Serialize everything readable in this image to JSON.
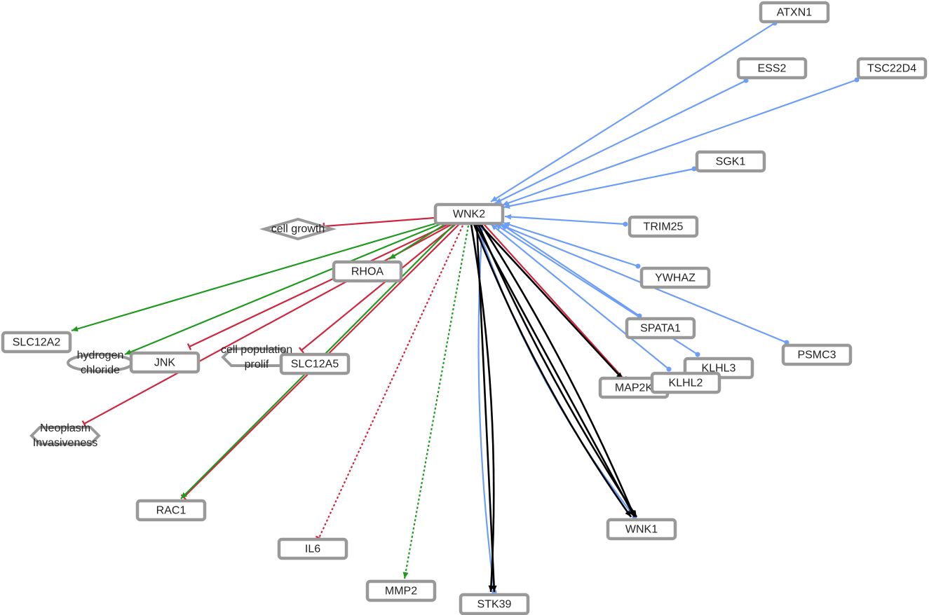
{
  "colors": {
    "binding": "#6d9ef7",
    "inhibition": "#d0253f",
    "activation": "#1f9a1f",
    "expression": "#000000",
    "node_border": "#999999"
  },
  "genes": [
    {
      "id": "WNK2",
      "label": "WNK2"
    },
    {
      "id": "ATXN1",
      "label": "ATXN1"
    },
    {
      "id": "ESS2",
      "label": "ESS2"
    },
    {
      "id": "TSC22D4",
      "label": "TSC22D4"
    },
    {
      "id": "SGK1",
      "label": "SGK1"
    },
    {
      "id": "TRIM25",
      "label": "TRIM25"
    },
    {
      "id": "YWHAZ",
      "label": "YWHAZ"
    },
    {
      "id": "SPATA1",
      "label": "SPATA1"
    },
    {
      "id": "PSMC3",
      "label": "PSMC3"
    },
    {
      "id": "KLHL3",
      "label": "KLHL3"
    },
    {
      "id": "MAP2K",
      "label": "MAP2K"
    },
    {
      "id": "KLHL2",
      "label": "KLHL2"
    },
    {
      "id": "RHOA",
      "label": "RHOA"
    },
    {
      "id": "SLC12A2",
      "label": "SLC12A2"
    },
    {
      "id": "JNK",
      "label": "JNK"
    },
    {
      "id": "SLC12A5",
      "label": "SLC12A5"
    },
    {
      "id": "WNK1",
      "label": "WNK1"
    },
    {
      "id": "RAC1",
      "label": "RAC1"
    },
    {
      "id": "IL6",
      "label": "IL6"
    },
    {
      "id": "MMP2",
      "label": "MMP2"
    },
    {
      "id": "STK39",
      "label": "STK39"
    }
  ],
  "others": [
    {
      "id": "cell_growth",
      "lines": [
        "cell growth"
      ],
      "shape": "diamond"
    },
    {
      "id": "hydrogen_chloride",
      "lines": [
        "hydrogen",
        "chloride"
      ],
      "shape": "ellipse"
    },
    {
      "id": "neoplasm",
      "lines": [
        "Neoplasm",
        "Invasiveness"
      ],
      "shape": "hexagon"
    },
    {
      "id": "cell_prolif",
      "lines": [
        "cell population",
        "prolif"
      ],
      "shape": "hexagon"
    }
  ],
  "edges": [
    {
      "from": "ATXN1",
      "to": "WNK2",
      "type": "binding"
    },
    {
      "from": "ESS2",
      "to": "WNK2",
      "type": "binding"
    },
    {
      "from": "TSC22D4",
      "to": "WNK2",
      "type": "binding"
    },
    {
      "from": "SGK1",
      "to": "WNK2",
      "type": "binding"
    },
    {
      "from": "TRIM25",
      "to": "WNK2",
      "type": "binding"
    },
    {
      "from": "YWHAZ",
      "to": "WNK2",
      "type": "binding"
    },
    {
      "from": "SPATA1",
      "to": "WNK2",
      "type": "binding"
    },
    {
      "from": "PSMC3",
      "to": "WNK2",
      "type": "binding"
    },
    {
      "from": "KLHL3",
      "to": "WNK2",
      "type": "binding"
    },
    {
      "from": "KLHL2",
      "to": "WNK2",
      "type": "binding"
    },
    {
      "from": "WNK1",
      "to": "WNK2",
      "type": "binding"
    },
    {
      "from": "STK39",
      "to": "WNK2",
      "type": "binding"
    },
    {
      "from": "WNK2",
      "to": "cell_growth",
      "type": "inhibition"
    },
    {
      "from": "WNK2",
      "to": "JNK",
      "type": "inhibition"
    },
    {
      "from": "WNK2",
      "to": "neoplasm",
      "type": "inhibition"
    },
    {
      "from": "WNK2",
      "to": "cell_prolif",
      "type": "inhibition"
    },
    {
      "from": "WNK2",
      "to": "RAC1",
      "type": "inhibition"
    },
    {
      "from": "WNK2",
      "to": "MAP2K",
      "type": "inhibition"
    },
    {
      "from": "WNK2",
      "to": "IL6",
      "type": "inhibition",
      "dashed": true
    },
    {
      "from": "WNK2",
      "to": "SLC12A2",
      "type": "activation"
    },
    {
      "from": "WNK2",
      "to": "hydrogen_chloride",
      "type": "activation"
    },
    {
      "from": "WNK2",
      "to": "RHOA",
      "type": "activation"
    },
    {
      "from": "WNK2",
      "to": "RAC1",
      "type": "activation"
    },
    {
      "from": "WNK2",
      "to": "MMP2",
      "type": "activation",
      "dashed": true
    },
    {
      "from": "WNK2",
      "to": "STK39",
      "type": "expression"
    },
    {
      "from": "WNK2",
      "to": "STK39",
      "type": "expression"
    },
    {
      "from": "WNK2",
      "to": "WNK1",
      "type": "expression"
    },
    {
      "from": "WNK2",
      "to": "WNK1",
      "type": "expression"
    },
    {
      "from": "WNK2",
      "to": "WNK1",
      "type": "expression"
    },
    {
      "from": "WNK2",
      "to": "WNK1",
      "type": "expression"
    },
    {
      "from": "WNK2",
      "to": "MAP2K",
      "type": "expression"
    }
  ]
}
